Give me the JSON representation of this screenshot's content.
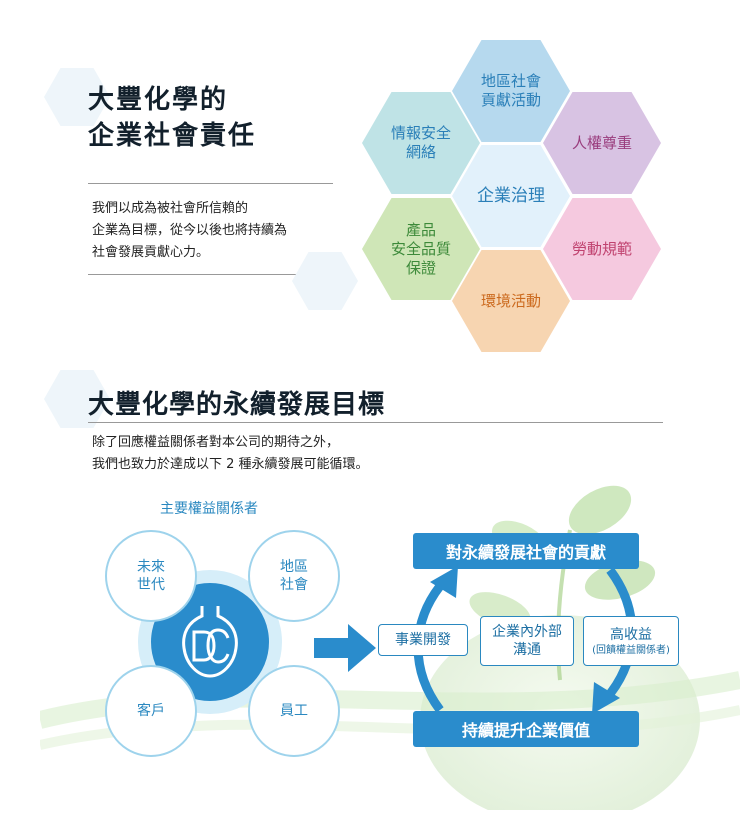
{
  "section1": {
    "title_line1": "大豐化學的",
    "title_line2": "企業社會責任",
    "intro_line1": "我們以成為被社會所信賴的",
    "intro_line2": "企業為目標，從今以後也將持續為",
    "intro_line3": "社會發展貢獻心力。"
  },
  "hexagons": {
    "community": "地區社會\n貢獻活動",
    "info_security": "情報安全\n網絡",
    "human_rights": "人權尊重",
    "governance": "企業治理",
    "product_safety": "產品\n安全品質\n保證",
    "labor": "勞動規範",
    "environment": "環境活動"
  },
  "section2": {
    "title": "大豐化學的永續發展目標",
    "para_line1": "除了回應權益關係者對本公司的期待之外，",
    "para_line2": "我們也致力於達成以下 2 種永續發展可能循環。",
    "stakeholders_label": "主要權益關係者",
    "future": "未來\n世代",
    "community": "地區\n社會",
    "customer": "客戶",
    "employee": "員工",
    "top_bar": "對永續發展社會的貢獻",
    "bottom_bar": "持續提升企業價值",
    "box_business": "事業開發",
    "box_comm": "企業內外部\n溝通",
    "box_profit": "高收益",
    "box_profit_sub": "(回饋權益關係者)"
  },
  "colors": {
    "accent_blue": "#2a8ccc",
    "hex_community": "#b6d9ee",
    "hex_info": "#bfe3e6",
    "hex_rights": "#d8c3e3",
    "hex_gov": "#e2f1fb",
    "hex_product": "#cfe6b7",
    "hex_labor": "#f5c9df",
    "hex_env": "#f7d5b1"
  }
}
